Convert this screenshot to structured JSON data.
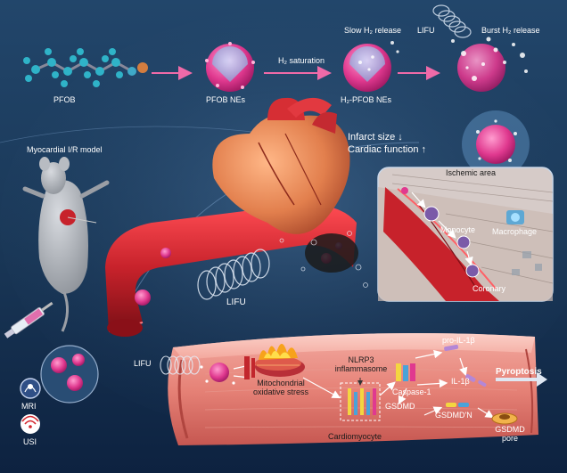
{
  "top_row": {
    "pfob": "PFOB",
    "pfob_nes": "PFOB NEs",
    "h2_saturation": "H₂ saturation",
    "h2_pfob_nes": "H₂-PFOB NEs",
    "slow_release": "Slow H₂ release",
    "lifu": "LIFU",
    "burst_release": "Burst H₂ release"
  },
  "model": {
    "title": "Myocardial I/R model"
  },
  "outcomes": {
    "infarct": "Infarct size ↓",
    "cardiac": "Cardiac function ↑"
  },
  "ischemic": {
    "area": "Ischemic area",
    "monocyte": "Monocyte",
    "macrophage": "Macrophage",
    "coronary": "Coronary"
  },
  "vessel": {
    "lifu": "LIFU"
  },
  "imaging": {
    "mri": "MRI",
    "usi": "USI"
  },
  "cell": {
    "lifu": "LIFU",
    "mito_line1": "Mitochondrial",
    "mito_line2": "oxidative stress",
    "nlrp3_line1": "NLRP3",
    "nlrp3_line2": "inflammasome",
    "caspase": "Caspase-1",
    "pro_il": "pro-IL-1β",
    "il": "IL-1β",
    "gsdmd": "GSDMD",
    "gsdmd_n": "GSDMD'N",
    "pyroptosis": "Pyroptosis",
    "pore_line1": "GSDMD",
    "pore_line2": "pore",
    "cardiomyocyte": "Cardiomyocyte"
  },
  "colors": {
    "background_top": "#1d3f63",
    "background_bottom": "#0e2340",
    "nanoemulsion": "#e0398f",
    "vessel": "#c7222b",
    "cell_membrane": "#d9706d",
    "cell_inner": "#f4a79f",
    "arrow": "#f06aa8"
  }
}
